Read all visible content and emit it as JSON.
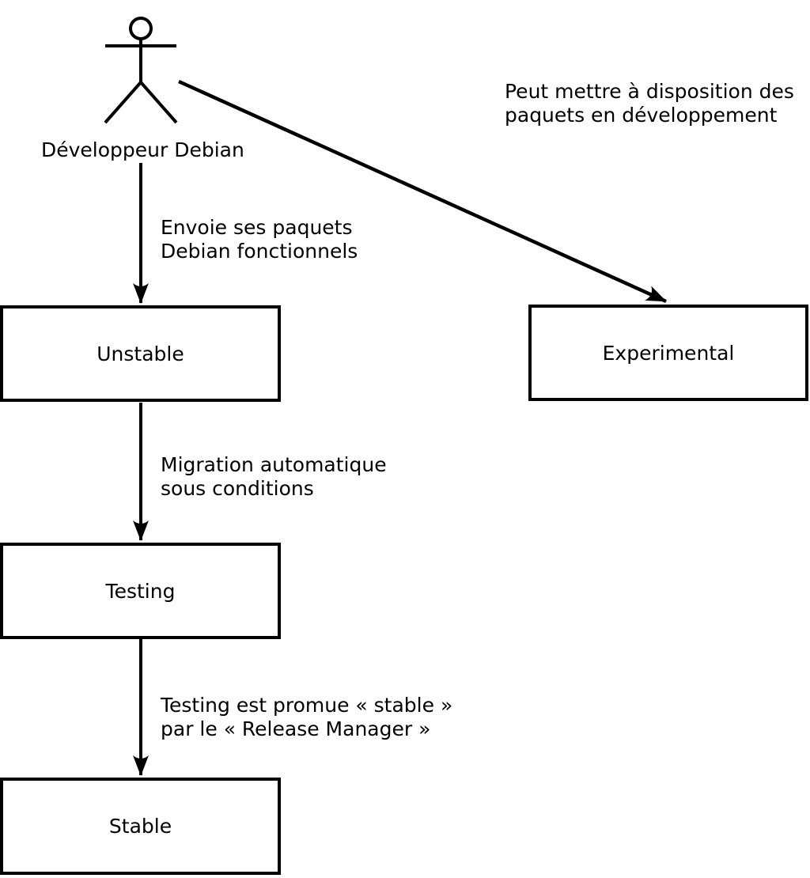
{
  "colors": {
    "stroke": "#000000",
    "background": "#ffffff"
  },
  "actor": {
    "label": "Développeur Debian",
    "icon": "stick-figure"
  },
  "boxes": {
    "unstable": {
      "label": "Unstable"
    },
    "experimental": {
      "label": "Experimental"
    },
    "testing": {
      "label": "Testing"
    },
    "stable": {
      "label": "Stable"
    }
  },
  "edges": {
    "upload": {
      "line1": "Envoie ses paquets",
      "line2": "Debian fonctionnels"
    },
    "experimental": {
      "line1": "Peut mettre à disposition des",
      "line2": "paquets en développement"
    },
    "migration": {
      "line1": "Migration automatique",
      "line2": "sous conditions"
    },
    "promotion": {
      "line1": "Testing est promue « stable »",
      "line2": "par le « Release Manager »"
    }
  }
}
